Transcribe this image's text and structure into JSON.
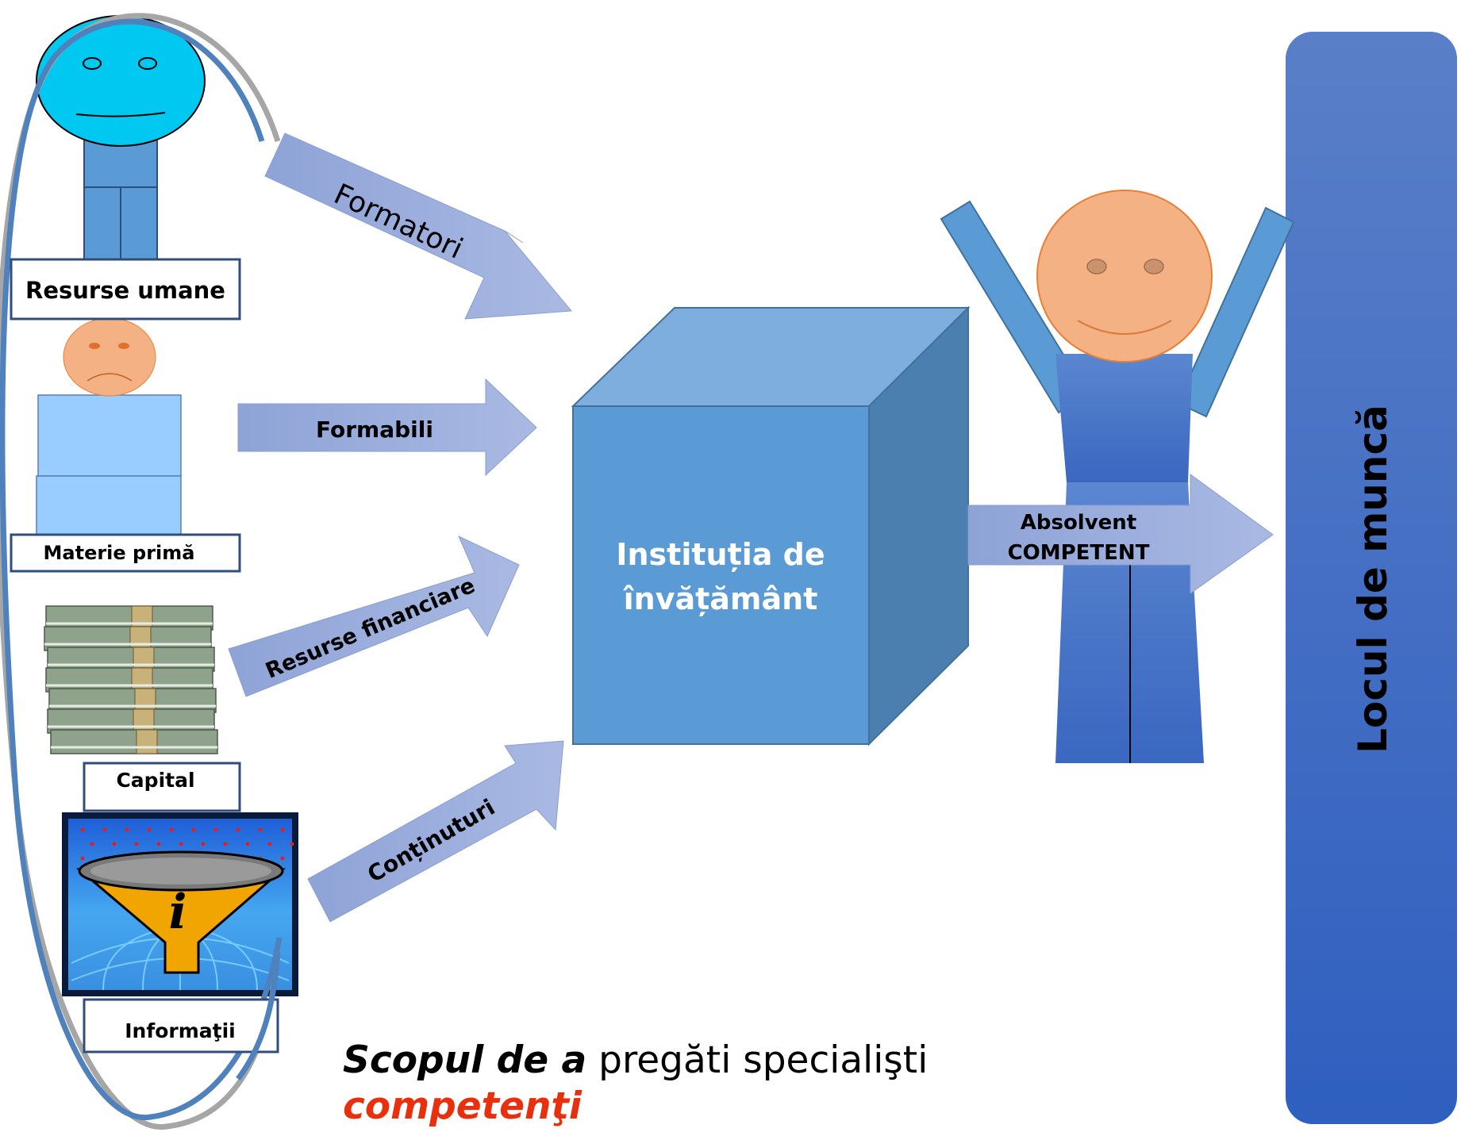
{
  "inputs": {
    "human_resources_label": "Resurse umane",
    "raw_material_label": "Materie primă",
    "capital_label": "Capital",
    "information_label": "Informaţii"
  },
  "flows": {
    "trainers": "Formatori",
    "trainees": "Formabili",
    "financial": "Resurse financiare",
    "contents": "Conținuturi",
    "graduate_line1": "Absolvent",
    "graduate_line2": "COMPETENT"
  },
  "institution": {
    "line1": "Instituția de",
    "line2": "învățământ"
  },
  "workplace": {
    "label": "Locul de muncă"
  },
  "tagline": {
    "part1": "Scopul de a",
    "part2": " pregăti specialişti",
    "part3": "competenţi"
  },
  "colors": {
    "arrow": "#97a9d8",
    "cube_front": "#5b9bd5",
    "cube_top": "#7eaedd",
    "cube_side": "#4a7fb0",
    "workplace_bar": "#3f6bc4",
    "accent": "#e8300e",
    "ellipse_blue": "#4f81bd",
    "ellipse_gray": "#a6a6a6"
  }
}
